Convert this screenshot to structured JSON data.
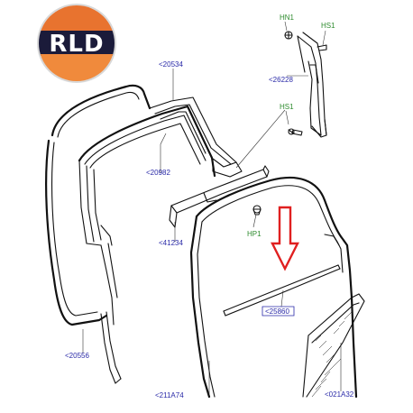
{
  "logo": {
    "text": "RLD",
    "colors": {
      "top": "#e8732f",
      "band": "#1b1b3a",
      "bottom": "#f08a3c",
      "ring": "#d8d8d8"
    }
  },
  "callouts": {
    "c20534": "<20534",
    "c20982": "<20982",
    "c41234": "<41234",
    "c20556": "<20556",
    "c211A74": "<211A74",
    "c021A32": "<021A32",
    "c26228": "<26228",
    "c25860": "<25860",
    "hn1": "HN1",
    "hs1_top": "HS1",
    "hs1_mid": "HS1",
    "hp1": "HP1"
  },
  "colors": {
    "callout_blue": "#2a2aa8",
    "callout_green": "#2e8b2e",
    "arrow_red": "#e02020",
    "line": "#111111"
  }
}
